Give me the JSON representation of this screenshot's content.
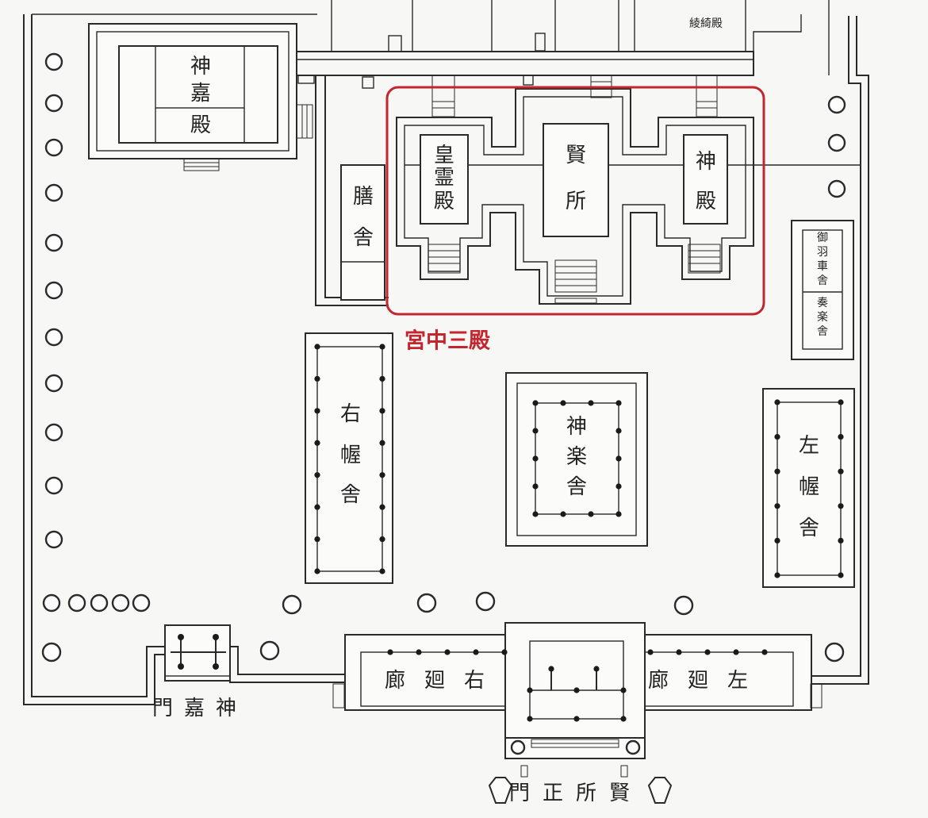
{
  "title": "宮中三殿",
  "buildings": {
    "shinkaden": "神嘉殿",
    "korei_den": "皇霊殿",
    "kashikodokoro": "賢所",
    "shinden": "神殿",
    "kashiwaya": "膳舎",
    "ryobashiden": "綾綺殿",
    "right_akusha": "右幄舎",
    "left_akusha": "左幄舎",
    "kaguraya": "神楽舎",
    "gyouha_shasha": "御羽車舎",
    "sogakusha": "奏楽舎",
    "right_corridor": "廊廻右",
    "left_corridor": "廊廻左",
    "shinka_gate": "門嘉神",
    "main_gate": "門正所賢"
  },
  "colors": {
    "highlight": "#c3262e",
    "line": "#2a2a2a",
    "paper": "#f7f7f5"
  }
}
